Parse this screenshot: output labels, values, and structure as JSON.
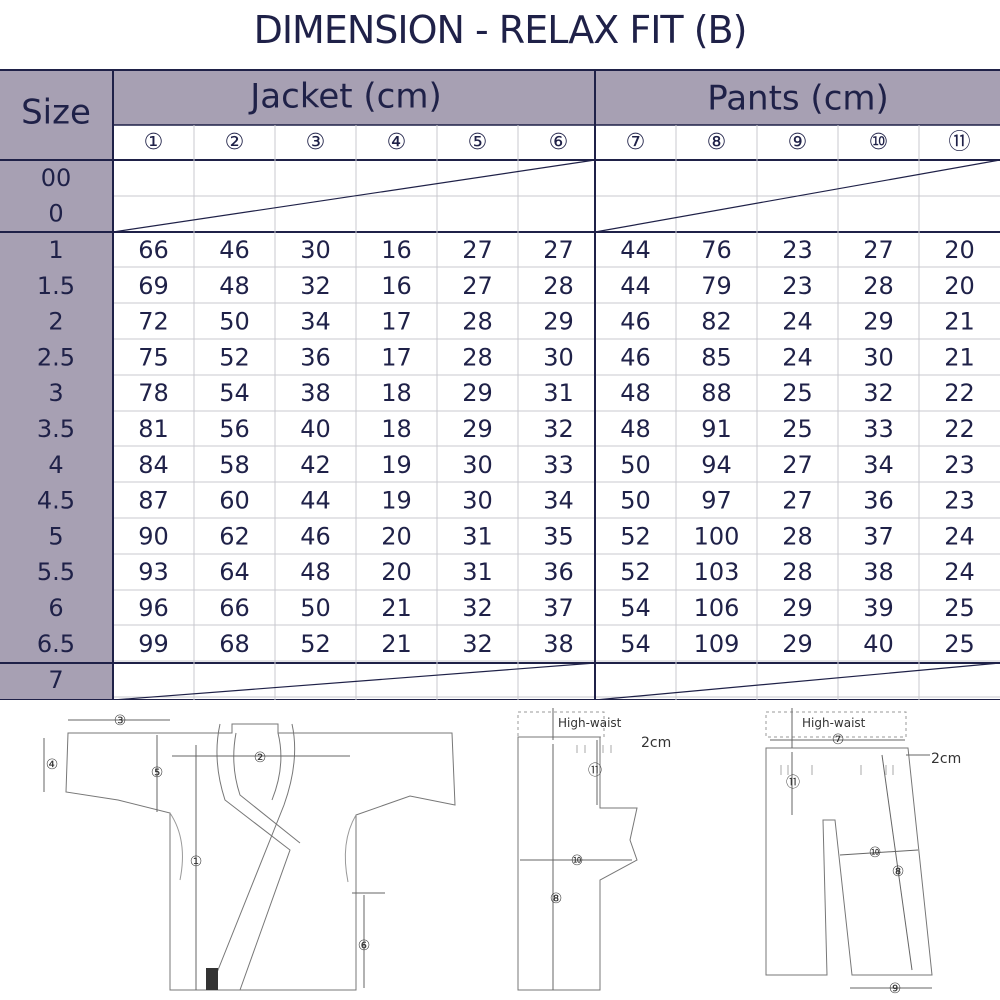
{
  "title": "DIMENSION - RELAX FIT (B)",
  "header": {
    "size_label": "Size",
    "jacket_label": "Jacket (cm)",
    "pants_label": "Pants (cm)",
    "column_markers": [
      "①",
      "②",
      "③",
      "④",
      "⑤",
      "⑥",
      "⑦",
      "⑧",
      "⑨",
      "⑩",
      "⑪"
    ]
  },
  "unavailable_sizes_top": [
    "00",
    "0"
  ],
  "rows": [
    {
      "size": "1",
      "values": [
        "66",
        "46",
        "30",
        "16",
        "27",
        "27",
        "44",
        "76",
        "23",
        "27",
        "20"
      ]
    },
    {
      "size": "1.5",
      "values": [
        "69",
        "48",
        "32",
        "16",
        "27",
        "28",
        "44",
        "79",
        "23",
        "28",
        "20"
      ]
    },
    {
      "size": "2",
      "values": [
        "72",
        "50",
        "34",
        "17",
        "28",
        "29",
        "46",
        "82",
        "24",
        "29",
        "21"
      ]
    },
    {
      "size": "2.5",
      "values": [
        "75",
        "52",
        "36",
        "17",
        "28",
        "30",
        "46",
        "85",
        "24",
        "30",
        "21"
      ]
    },
    {
      "size": "3",
      "values": [
        "78",
        "54",
        "38",
        "18",
        "29",
        "31",
        "48",
        "88",
        "25",
        "32",
        "22"
      ]
    },
    {
      "size": "3.5",
      "values": [
        "81",
        "56",
        "40",
        "18",
        "29",
        "32",
        "48",
        "91",
        "25",
        "33",
        "22"
      ]
    },
    {
      "size": "4",
      "values": [
        "84",
        "58",
        "42",
        "19",
        "30",
        "33",
        "50",
        "94",
        "27",
        "34",
        "23"
      ]
    },
    {
      "size": "4.5",
      "values": [
        "87",
        "60",
        "44",
        "19",
        "30",
        "34",
        "50",
        "97",
        "27",
        "36",
        "23"
      ]
    },
    {
      "size": "5",
      "values": [
        "90",
        "62",
        "46",
        "20",
        "31",
        "35",
        "52",
        "100",
        "28",
        "37",
        "24"
      ]
    },
    {
      "size": "5.5",
      "values": [
        "93",
        "64",
        "48",
        "20",
        "31",
        "36",
        "52",
        "103",
        "28",
        "38",
        "24"
      ]
    },
    {
      "size": "6",
      "values": [
        "96",
        "66",
        "50",
        "21",
        "32",
        "37",
        "54",
        "106",
        "29",
        "39",
        "25"
      ]
    },
    {
      "size": "6.5",
      "values": [
        "99",
        "68",
        "52",
        "21",
        "32",
        "38",
        "54",
        "109",
        "29",
        "40",
        "25"
      ]
    }
  ],
  "unavailable_sizes_bottom": [
    "7"
  ],
  "diagram_labels": {
    "high_waist": "High-waist",
    "offset": "2cm"
  },
  "colors": {
    "header_bg": "#a7a0b3",
    "ink": "#1f2148",
    "grid": "#c9c9cf",
    "diagram_line": "#777777"
  }
}
